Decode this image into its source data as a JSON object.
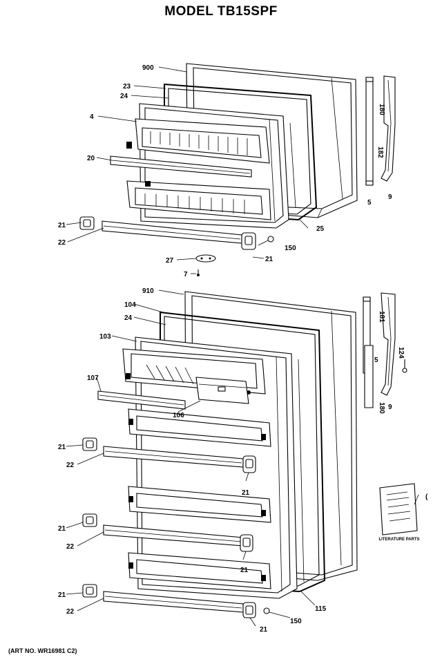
{
  "title": "MODEL TB15SPF",
  "art_number": "(ART NO. WR16981 C2)",
  "literature_label": "LITERATURE PARTS",
  "callouts": {
    "top_door": [
      "900",
      "23",
      "24",
      "4",
      "20",
      "21",
      "22",
      "27",
      "7",
      "150",
      "21",
      "25",
      "180",
      "182",
      "5",
      "9"
    ],
    "bottom_door": [
      "910",
      "104",
      "24",
      "103",
      "107",
      "106",
      "21",
      "22",
      "21",
      "21",
      "22",
      "21",
      "21",
      "22",
      "21",
      "150",
      "115",
      "181",
      "5",
      "124",
      "180",
      "9"
    ]
  },
  "callout_labels": {
    "c900": "900",
    "c23": "23",
    "c24a": "24",
    "c4": "4",
    "c20": "20",
    "c21a": "21",
    "c22a": "22",
    "c27": "27",
    "c7": "7",
    "c150a": "150",
    "c21b": "21",
    "c25": "25",
    "c180a": "180",
    "c182": "182",
    "c5a": "5",
    "c9a": "9",
    "c910": "910",
    "c104": "104",
    "c24b": "24",
    "c103": "103",
    "c107": "107",
    "c106": "106",
    "c21c": "21",
    "c22b": "22",
    "c21d": "21",
    "c21e": "21",
    "c22c": "22",
    "c21f": "21",
    "c21g": "21",
    "c22d": "22",
    "c21h": "21",
    "c150b": "150",
    "c115": "115",
    "c181": "181",
    "c5b": "5",
    "c124": "124",
    "c180b": "180",
    "c9b": "9",
    "clit": "("
  }
}
